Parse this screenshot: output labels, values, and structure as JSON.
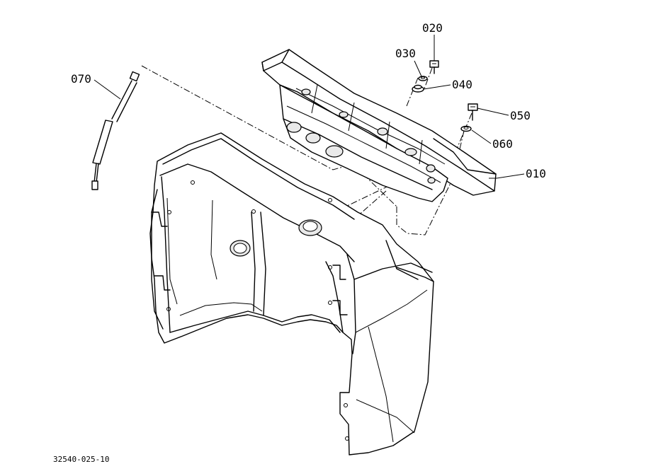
{
  "parts": [
    {
      "id": "p010",
      "label": "010"
    },
    {
      "id": "p020",
      "label": "020"
    },
    {
      "id": "p030",
      "label": "030"
    },
    {
      "id": "p040",
      "label": "040"
    },
    {
      "id": "p050",
      "label": "050"
    },
    {
      "id": "p060",
      "label": "060"
    },
    {
      "id": "p070",
      "label": "070"
    }
  ],
  "drawing_number": "32540-025-10"
}
